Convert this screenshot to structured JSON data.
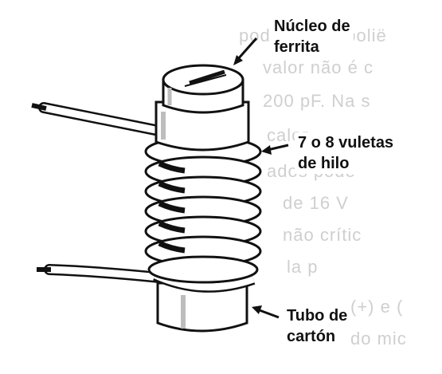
{
  "labels": {
    "core": {
      "line1": "Núcleo de",
      "line2": "ferrita"
    },
    "turns": {
      "line1": "7 o 8 vuletas",
      "line2": "de hilo"
    },
    "tube": {
      "line1": "Tubo de",
      "line2": "cartón"
    }
  },
  "background_text": [
    "pode ser de polië",
    "valor não é c",
    "200 pF. Na s",
    "calor.",
    "ados pode",
    "de 16 V",
    "não crític",
    "la p",
    "(+) e (",
    "do mic"
  ],
  "colors": {
    "ink": "#111111",
    "paper": "#ffffff",
    "shade": "#bdbdbd",
    "background_print": "#cfcfcf"
  }
}
